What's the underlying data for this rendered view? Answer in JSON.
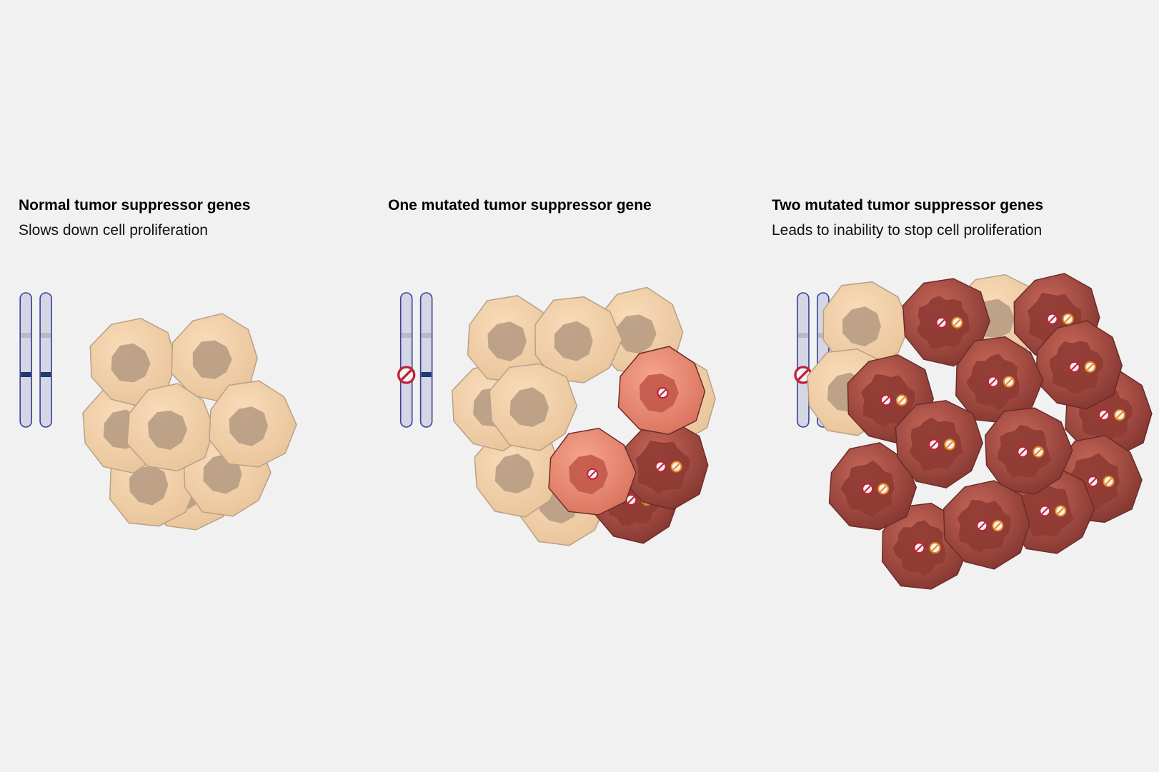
{
  "panels": [
    {
      "title": "Normal tumor suppressor genes",
      "subtitle": "Slows down cell proliferation"
    },
    {
      "title": "One mutated tumor suppressor gene",
      "subtitle": ""
    },
    {
      "title": "Two mutated tumor suppressor genes",
      "subtitle": "Leads to inability to stop cell proliferation"
    }
  ],
  "colors": {
    "background": "#f1f1f1",
    "normal_cell": "#f2cfa5",
    "mutated_cell_light": "#f0907a",
    "mutated_cell_dark": "#b5544a",
    "mutation_marker_1": "#c0203a",
    "mutation_marker_2": "#e8871e",
    "chromosome": "#d4d6e3",
    "chromosome_outline": "#3b3f9a",
    "gene_band": "#1f3a6e"
  }
}
